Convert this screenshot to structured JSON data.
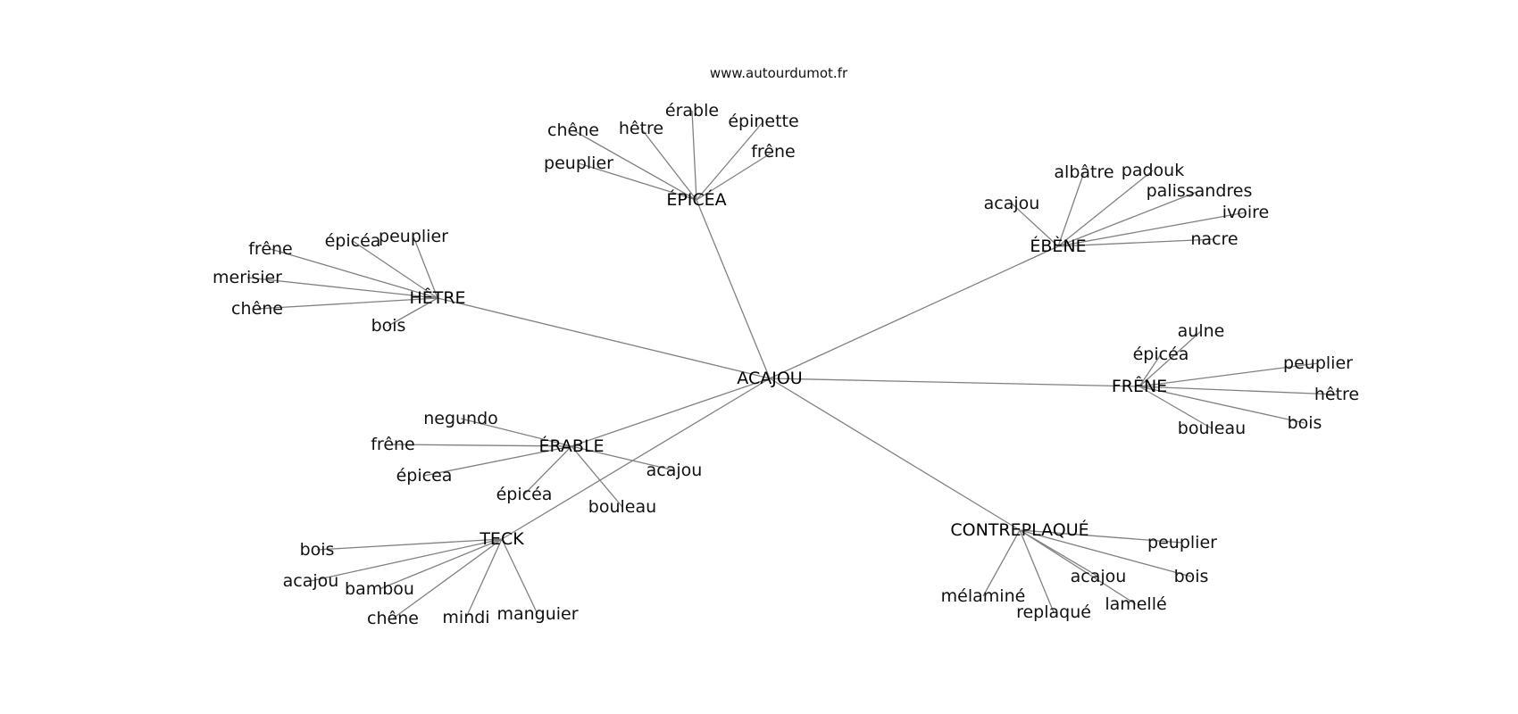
{
  "header": {
    "source": "www.autourdumot.fr"
  },
  "graph": {
    "root": "ACAJOU",
    "hubs": [
      {
        "label": "ÉPICÉA",
        "words": [
          "chêne",
          "hêtre",
          "érable",
          "épinette",
          "frêne",
          "peuplier"
        ]
      },
      {
        "label": "ÉBÈNE",
        "words": [
          "acajou",
          "albâtre",
          "padouk",
          "palissandres",
          "ivoire",
          "nacre"
        ]
      },
      {
        "label": "HÊTRE",
        "words": [
          "frêne",
          "épicéa",
          "peuplier",
          "merisier",
          "chêne",
          "bois"
        ]
      },
      {
        "label": "FRÊNE",
        "words": [
          "aulne",
          "épicéa",
          "peuplier",
          "hêtre",
          "bois",
          "bouleau"
        ]
      },
      {
        "label": "ÉRABLE",
        "words": [
          "negundo",
          "frêne",
          "épicea",
          "épicéa",
          "bouleau",
          "acajou"
        ]
      },
      {
        "label": "TECK",
        "words": [
          "bois",
          "acajou",
          "bambou",
          "chêne",
          "mindi",
          "manguier"
        ]
      },
      {
        "label": "CONTREPLAQUÉ",
        "words": [
          "peuplier",
          "bois",
          "acajou",
          "lamellé",
          "replaqué",
          "mélaminé"
        ]
      }
    ]
  }
}
